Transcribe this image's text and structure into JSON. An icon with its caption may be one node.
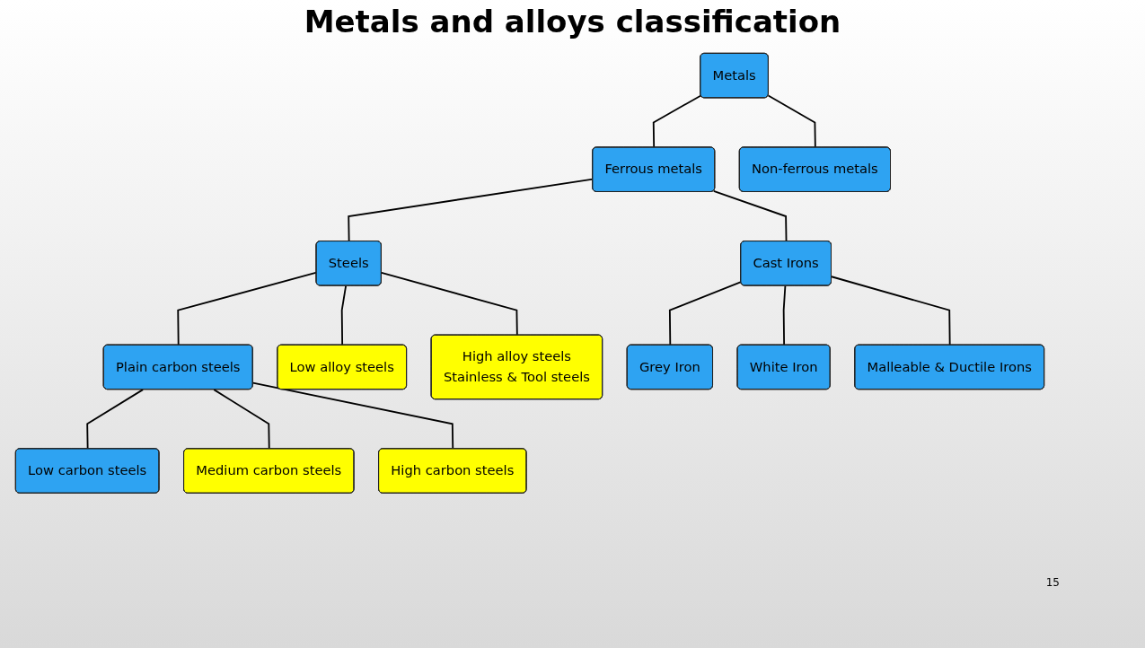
{
  "diagram": {
    "title": "Metals and alloys classification",
    "nodes": [
      {
        "text": [
          "Metals"
        ]
      },
      {
        "text": [
          "Ferrous metals"
        ]
      },
      {
        "text": [
          "Non-ferrous metals"
        ]
      },
      {
        "text": [
          "Steels"
        ]
      },
      {
        "text": [
          "Cast Irons"
        ]
      },
      {
        "text": [
          "Plain carbon steels"
        ]
      },
      {
        "text": [
          "Low carbon steels"
        ]
      },
      {
        "text": [
          "Medium carbon steels"
        ]
      },
      {
        "text": [
          "High carbon steels"
        ]
      },
      {
        "text": [
          "Low alloy steels"
        ]
      },
      {
        "text": [
          "High alloy steels",
          "Stainless & Tool steels"
        ]
      },
      {
        "text": [
          "Grey Iron"
        ]
      },
      {
        "text": [
          "White Iron"
        ]
      },
      {
        "text": [
          "Malleable & Ductile Irons"
        ]
      }
    ],
    "edges": [
      {
        "from": 0,
        "to": 1,
        "arrow": "none"
      },
      {
        "from": 0,
        "to": 2,
        "arrow": "none"
      },
      {
        "from": 1,
        "to": 3,
        "arrow": "none"
      },
      {
        "from": 1,
        "to": 4,
        "arrow": "none"
      },
      {
        "from": 3,
        "to": 5,
        "arrow": "none"
      },
      {
        "from": 5,
        "to": 6,
        "arrow": "none"
      },
      {
        "from": 5,
        "to": 7,
        "arrow": "none"
      },
      {
        "from": 5,
        "to": 8,
        "arrow": "none"
      },
      {
        "from": 3,
        "to": 9,
        "arrow": "none"
      },
      {
        "from": 3,
        "to": 10,
        "arrow": "none"
      },
      {
        "from": 4,
        "to": 11,
        "arrow": "none"
      },
      {
        "from": 4,
        "to": 12,
        "arrow": "none"
      },
      {
        "from": 4,
        "to": 13,
        "arrow": "none"
      }
    ],
    "labels": [
      "15"
    ]
  }
}
